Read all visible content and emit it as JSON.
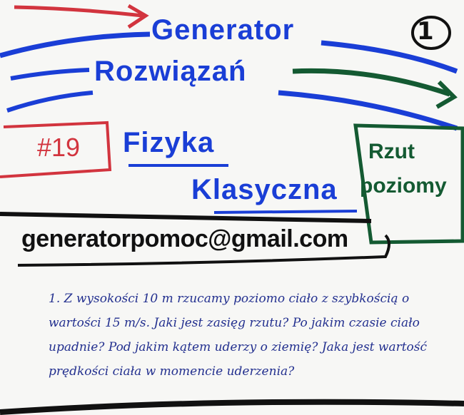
{
  "header": {
    "line1": "Generator",
    "line2": "Rozwiązań",
    "badge_number": "1"
  },
  "topic": {
    "number": "#19",
    "subject_line1": "Fizyka",
    "subject_line2": "Klasyczna",
    "subtopic_line1": "Rzut",
    "subtopic_line2": "poziomy"
  },
  "contact": {
    "email": "generatorpomoc@gmail.com"
  },
  "task": {
    "text": "1. Z wysokości 10 m rzucamy poziomo ciało z szybkością o wartości 15 m/s. Jaki jest zasięg rzutu? Po jakim czasie ciało upadnie? Pod jakim kątem uderzy o ziemię? Jaka jest wartość prędkości ciała w momencie uderzenia?"
  },
  "colors": {
    "blue": "#1a3ed6",
    "red": "#d2343e",
    "green": "#145a32",
    "ink": "#23308f"
  }
}
